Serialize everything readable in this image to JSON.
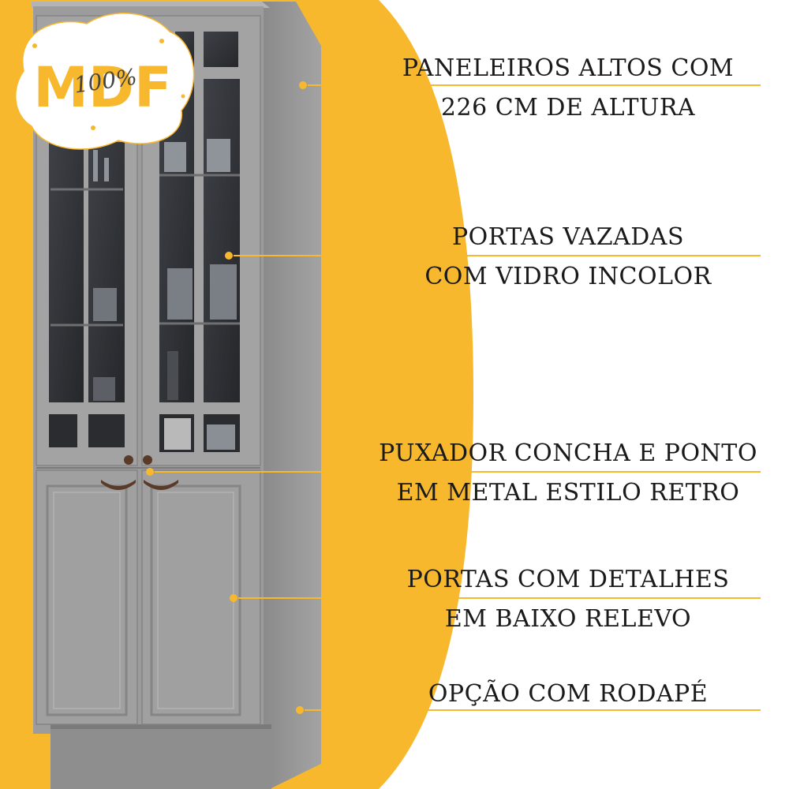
{
  "badge": {
    "brand": "MDF",
    "percent": "100%"
  },
  "callouts": [
    {
      "line1": "PANELEIROS ALTOS COM",
      "line2": "226 CM DE ALTURA"
    },
    {
      "line1": "PORTAS VAZADAS",
      "line2": "COM VIDRO INCOLOR"
    },
    {
      "line1": "PUXADOR CONCHA E PONTO",
      "line2": "EM METAL ESTILO RETRO"
    },
    {
      "line1": "PORTAS COM DETALHES",
      "line2": "EM BAIXO RELEVO"
    },
    {
      "line1": "OPÇÃO COM RODAPÉ"
    }
  ],
  "colors": {
    "accent": "#F7B82E",
    "cabinet": "#9A9A9A",
    "text": "#1A1A1A"
  }
}
